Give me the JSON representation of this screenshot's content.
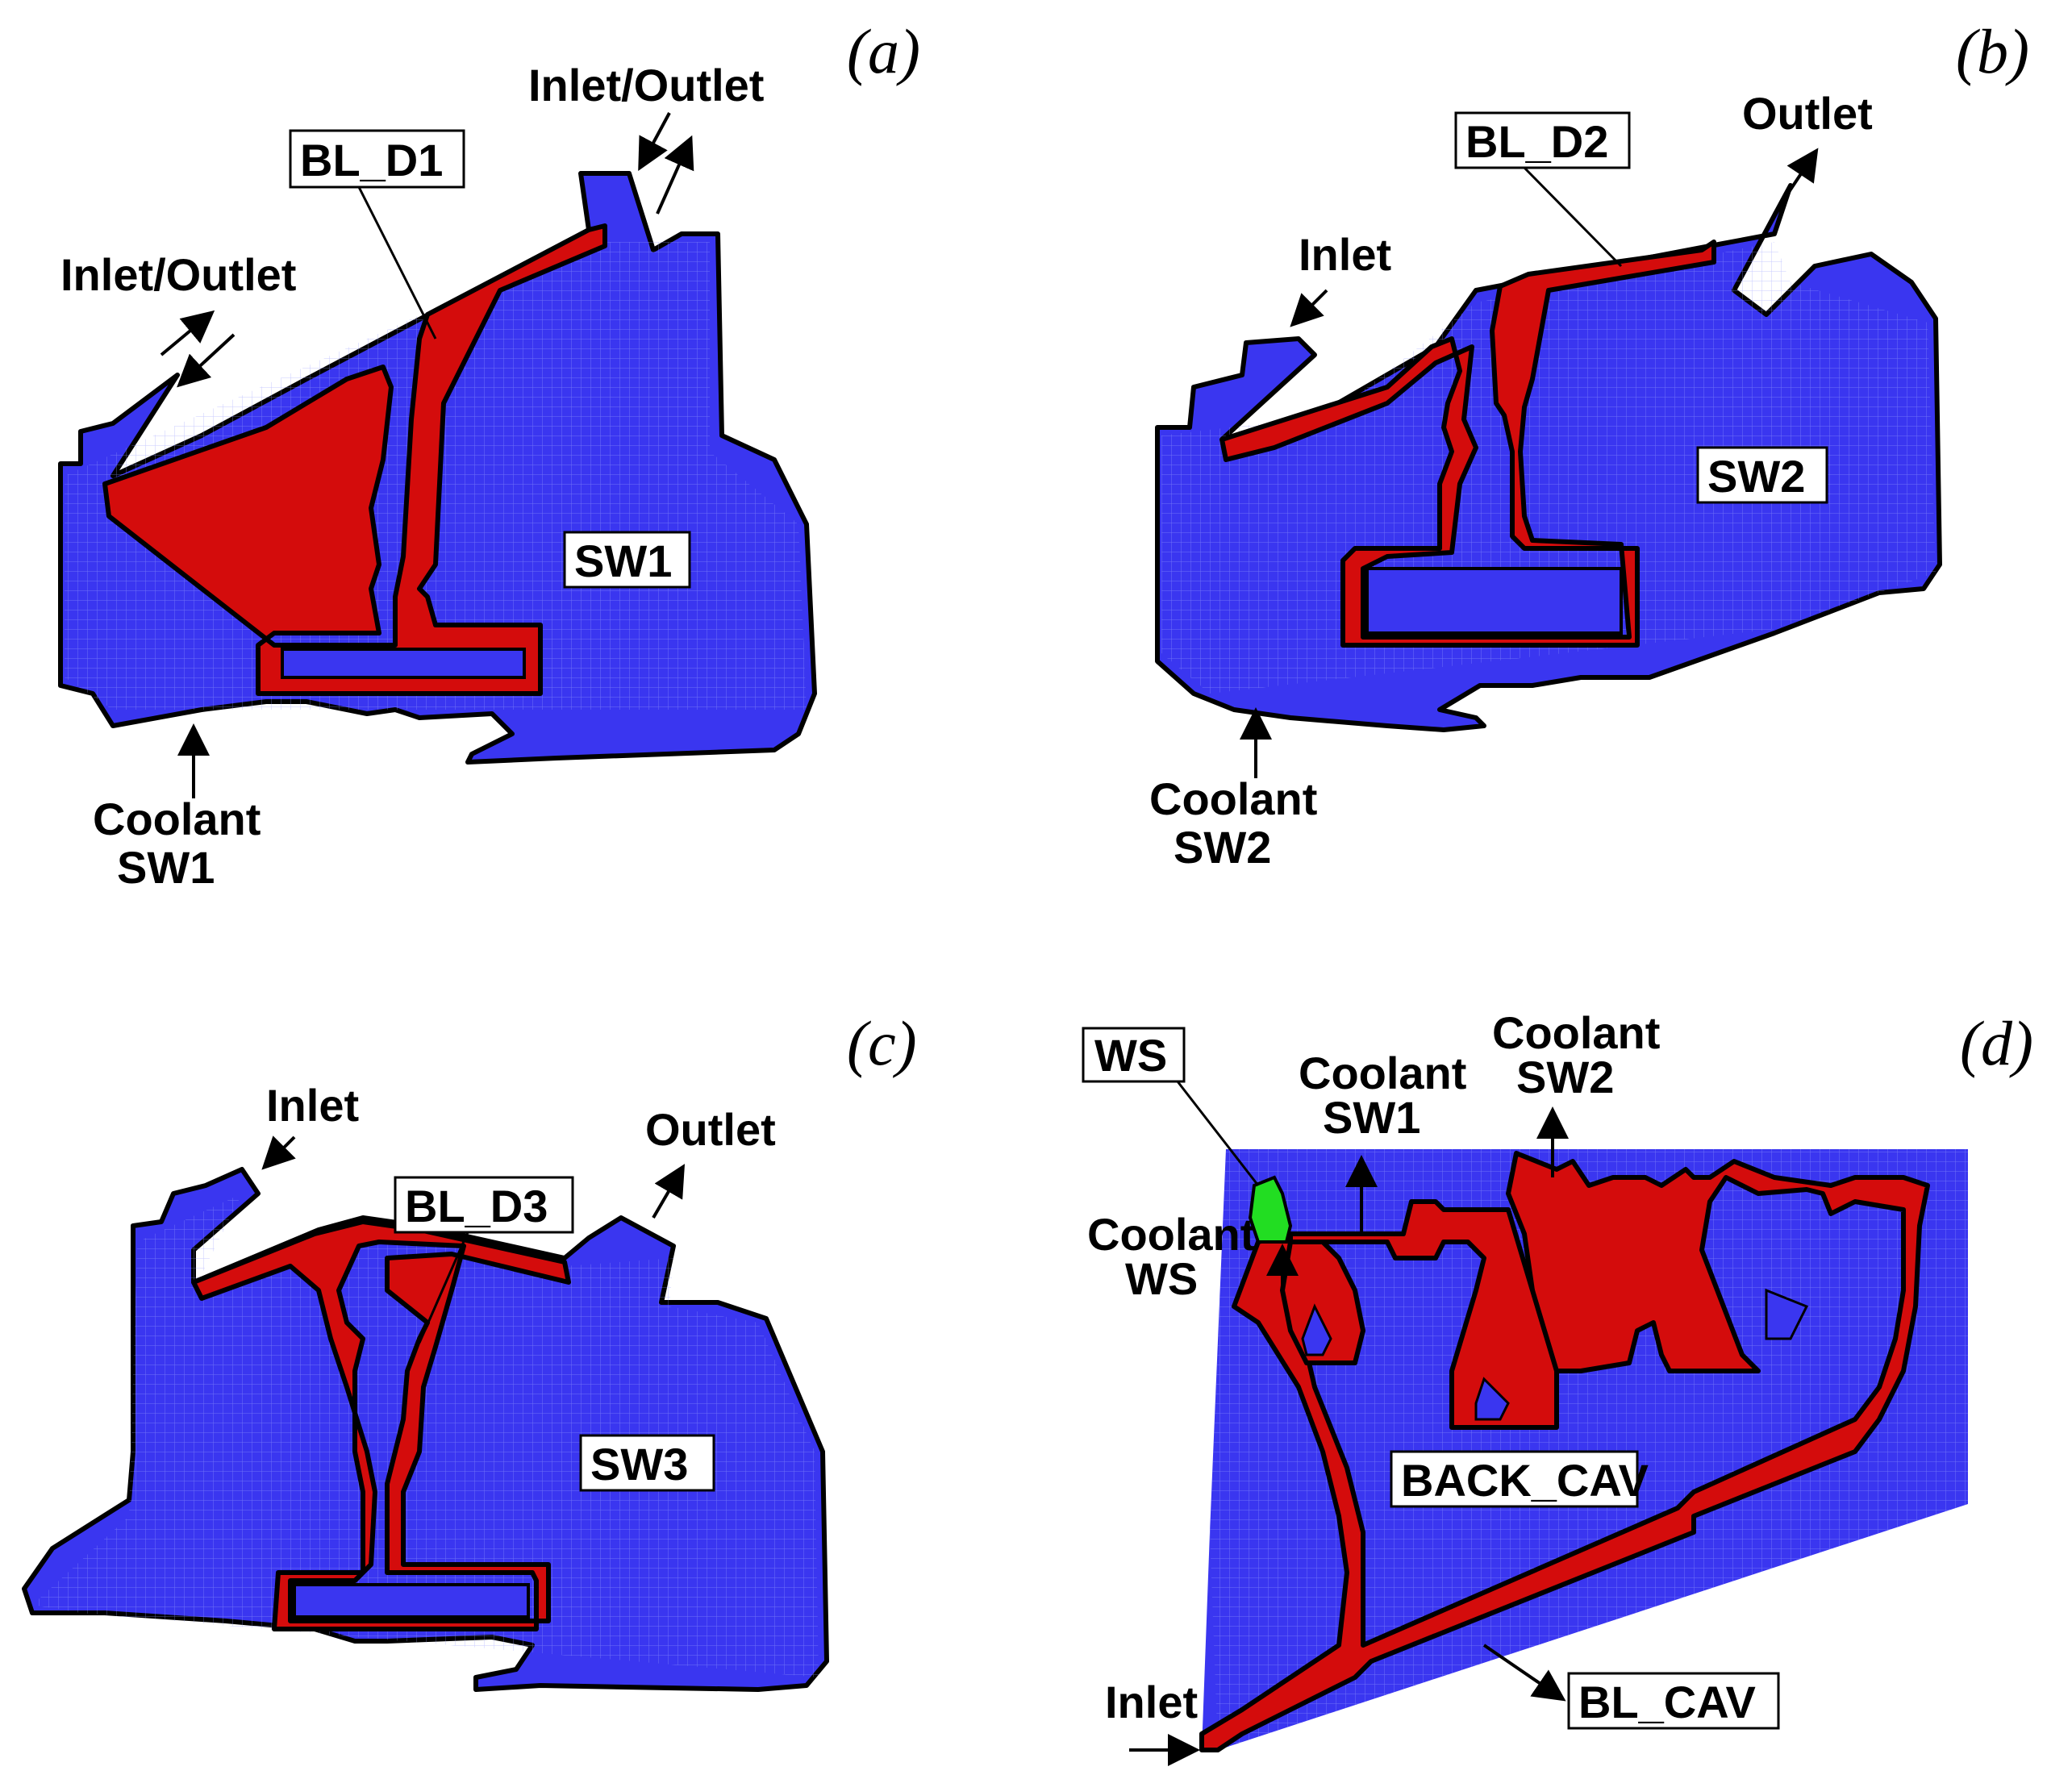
{
  "panels": {
    "a": {
      "tag": "(a)",
      "inlet_outlet_top": "Inlet/Outlet",
      "inlet_outlet_left": "Inlet/Outlet",
      "seal_label": "BL_D1",
      "cavity_label": "SW1",
      "coolant_line1": "Coolant",
      "coolant_line2": "SW1"
    },
    "b": {
      "tag": "(b)",
      "inlet": "Inlet",
      "outlet": "Outlet",
      "seal_label": "BL_D2",
      "cavity_label": "SW2",
      "coolant_line1": "Coolant",
      "coolant_line2": "SW2"
    },
    "c": {
      "tag": "(c)",
      "inlet": "Inlet",
      "outlet": "Outlet",
      "seal_label": "BL_D3",
      "cavity_label": "SW3"
    },
    "d": {
      "tag": "(d)",
      "ws_label": "WS",
      "coolant_sw1_line1": "Coolant",
      "coolant_sw1_line2": "SW1",
      "coolant_sw2_line1": "Coolant",
      "coolant_sw2_line2": "SW2",
      "coolant_ws_line1": "Coolant",
      "coolant_ws_line2": "WS",
      "back_cav_label": "BACK_CAV",
      "bl_cav_label": "BL_CAV",
      "inlet": "Inlet"
    }
  },
  "colors": {
    "mesh_fluid": "#3a36f0",
    "solid_region": "#d40c0c",
    "ws_region": "#22dd22"
  }
}
